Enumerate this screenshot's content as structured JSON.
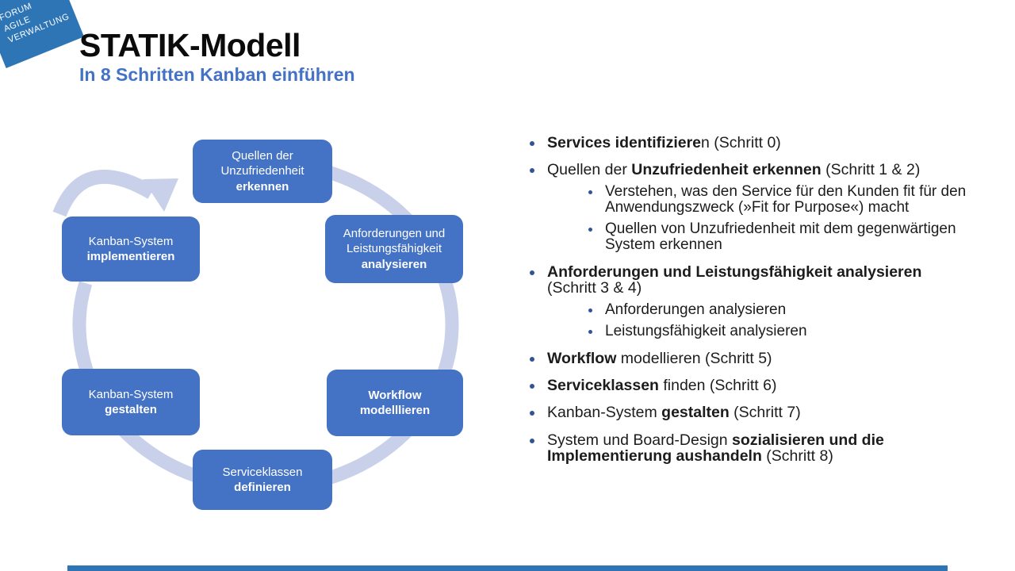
{
  "slide": {
    "title": "STATIK-Modell",
    "subtitle": "In 8 Schritten Kanban einführen"
  },
  "logo": {
    "lines": [
      "FORUM",
      "AGILE",
      "VERWALTUNG"
    ]
  },
  "colors": {
    "box_blue": "#4472C4",
    "subtitle_blue": "#4472C4",
    "ring_lavender": "#C9D0E9",
    "bullet_navy": "#2F5597",
    "logo_blue": "#2E75B6",
    "footer_blue": "#2E75B6"
  },
  "cycle": {
    "boxes": [
      {
        "id": "top",
        "lines": [
          {
            "t": "Quellen der",
            "b": false
          },
          {
            "t": "Unzufriedenheit",
            "b": false
          },
          {
            "t": "erkennen",
            "b": true
          }
        ]
      },
      {
        "id": "right-upper",
        "lines": [
          {
            "t": "Anforderungen und",
            "b": false
          },
          {
            "t": "Leistungsfähigkeit",
            "b": false
          },
          {
            "t": "analysieren",
            "b": true
          }
        ]
      },
      {
        "id": "right-lower",
        "lines": [
          {
            "t": "Workflow",
            "b": true
          },
          {
            "t": "modelllieren",
            "b": true
          }
        ]
      },
      {
        "id": "bottom",
        "lines": [
          {
            "t": "Serviceklassen",
            "b": false
          },
          {
            "t": "definieren",
            "b": true
          }
        ]
      },
      {
        "id": "left-lower",
        "lines": [
          {
            "t": "Kanban-System",
            "b": false
          },
          {
            "t": "gestalten",
            "b": true
          }
        ]
      },
      {
        "id": "left-upper",
        "lines": [
          {
            "t": "Kanban-System",
            "b": false
          },
          {
            "t": "implementieren",
            "b": true
          }
        ]
      }
    ]
  },
  "bullets": [
    {
      "level": 1,
      "segments": [
        {
          "t": "Services identifiziere",
          "b": true
        },
        {
          "t": "n (Schritt 0)",
          "b": false
        }
      ]
    },
    {
      "level": 1,
      "segments": [
        {
          "t": "Quellen der ",
          "b": false
        },
        {
          "t": "Unzufriedenheit erkennen",
          "b": true
        },
        {
          "t": " (Schritt 1 & 2)",
          "b": false
        }
      ]
    },
    {
      "level": 2,
      "segments": [
        {
          "t": "Verstehen, was den Service für den Kunden fit für den Anwendungszweck (»Fit for Purpose«) macht",
          "b": false
        }
      ]
    },
    {
      "level": 2,
      "segments": [
        {
          "t": "Quellen von Unzufriedenheit mit dem gegenwärtigen System erkennen",
          "b": false
        }
      ]
    },
    {
      "level": 1,
      "segments": [
        {
          "t": "Anforderungen und Leistungsfähigkeit analysieren",
          "b": true
        },
        {
          "t": " (Schritt 3 & 4)",
          "b": false
        }
      ]
    },
    {
      "level": 2,
      "segments": [
        {
          "t": "Anforderungen analysieren",
          "b": false
        }
      ]
    },
    {
      "level": 2,
      "segments": [
        {
          "t": "Leistungsfähigkeit analysieren",
          "b": false
        }
      ]
    },
    {
      "level": 1,
      "segments": [
        {
          "t": "Workflow",
          "b": true
        },
        {
          "t": " modellieren (Schritt 5)",
          "b": false
        }
      ]
    },
    {
      "level": 1,
      "segments": [
        {
          "t": "Serviceklassen",
          "b": true
        },
        {
          "t": " finden (Schritt 6)",
          "b": false
        }
      ]
    },
    {
      "level": 1,
      "segments": [
        {
          "t": "Kanban-System ",
          "b": false
        },
        {
          "t": "gestalten",
          "b": true
        },
        {
          "t": " (Schritt 7)",
          "b": false
        }
      ]
    },
    {
      "level": 1,
      "segments": [
        {
          "t": "System und Board-Design ",
          "b": false
        },
        {
          "t": "sozialisieren und die Implementierung aushandeln",
          "b": true
        },
        {
          "t": " (Schritt 8)",
          "b": false
        }
      ]
    }
  ]
}
